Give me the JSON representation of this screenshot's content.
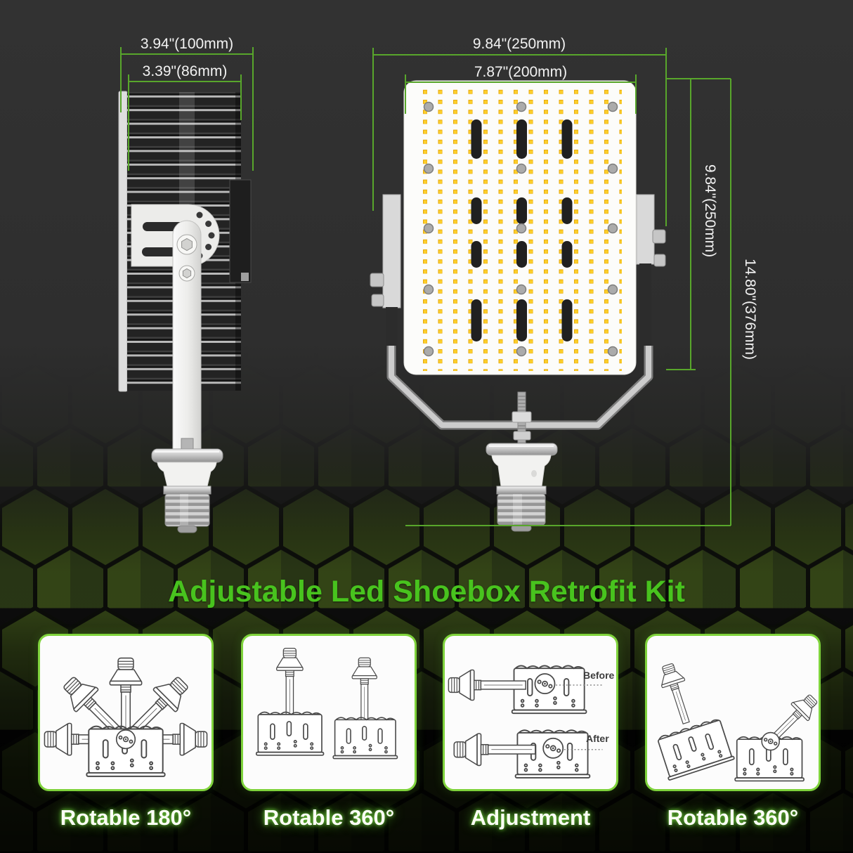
{
  "title": "Adjustable Led Shoebox Retrofit Kit",
  "dimensions": {
    "side_view": {
      "overall_width": "3.94\"(100mm)",
      "body_width": "3.39\"(86mm)"
    },
    "front_view": {
      "overall_width": "9.84\"(250mm)",
      "panel_width": "7.87\"(200mm)",
      "panel_height": "9.84\"(250mm)",
      "overall_height": "14.80\"(376mm)"
    }
  },
  "features": [
    {
      "label": "Rotable 180°",
      "drawing": "fan-rotation-diagram"
    },
    {
      "label": "Rotable 360°",
      "drawing": "vertical-rotation-diagram"
    },
    {
      "label": "Adjustment",
      "drawing": "before-after-diagram",
      "annotations": {
        "before": "Before",
        "after": "After"
      }
    },
    {
      "label": "Rotable 360°",
      "drawing": "tilt-rotation-diagram"
    }
  ],
  "colors": {
    "accent_green_lines": "#58a62b",
    "title_green": "#48c31e",
    "card_border_green": "#7fd33c",
    "led_yellow": "#f5c51b",
    "background_dark": "#323232",
    "hexagon_green": "#3e5419"
  }
}
